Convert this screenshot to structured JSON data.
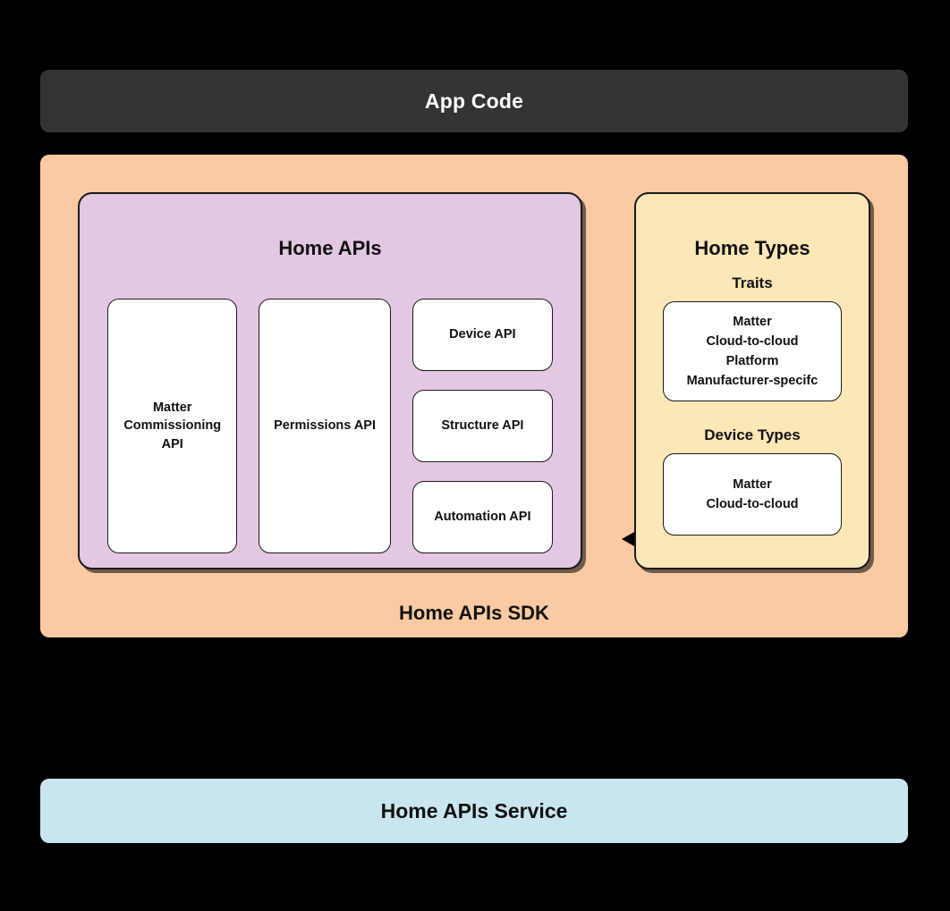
{
  "diagram": {
    "title": "Home APIs SDK architecture",
    "background_color": "#000000"
  },
  "app_code_bar": {
    "label": "App Code",
    "background_color": "#333333",
    "text_color": "#FFFFFF"
  },
  "sdk_container": {
    "label": "Home APIs SDK",
    "background_color": "#FBCAA2"
  },
  "home_apis_panel": {
    "title": "Home APIs",
    "background_color": "#E4C7E2",
    "columns": [
      {
        "name": "commissioning-column",
        "boxes": [
          {
            "label": "Matter\nCommissioning\nAPI",
            "lines": [
              "Matter",
              "Commissioning",
              "API"
            ]
          }
        ]
      },
      {
        "name": "permissions-column",
        "boxes": [
          {
            "label": "Permissions API",
            "lines": [
              "Permissions API"
            ]
          }
        ]
      },
      {
        "name": "api-stack-column",
        "boxes": [
          {
            "label": "Device API",
            "lines": [
              "Device API"
            ]
          },
          {
            "label": "Structure API",
            "lines": [
              "Structure API"
            ]
          },
          {
            "label": "Automation API",
            "lines": [
              "Automation API"
            ]
          }
        ]
      }
    ]
  },
  "connector": {
    "icon": "double-headed-arrow-icon",
    "direction": "bidirectional",
    "color": "#000000"
  },
  "home_types_panel": {
    "title": "Home Types",
    "background_color": "#FCE7B6",
    "groups": [
      {
        "label": "Traits",
        "items": [
          "Matter",
          "Cloud-to-cloud",
          "Platform",
          "Manufacturer-specifc"
        ]
      },
      {
        "label": "Device Types",
        "items": [
          "Matter",
          "Cloud-to-cloud"
        ]
      }
    ]
  },
  "service_bar": {
    "label": "Home APIs Service",
    "background_color": "#C9E6F0",
    "text_color": "#111111"
  }
}
